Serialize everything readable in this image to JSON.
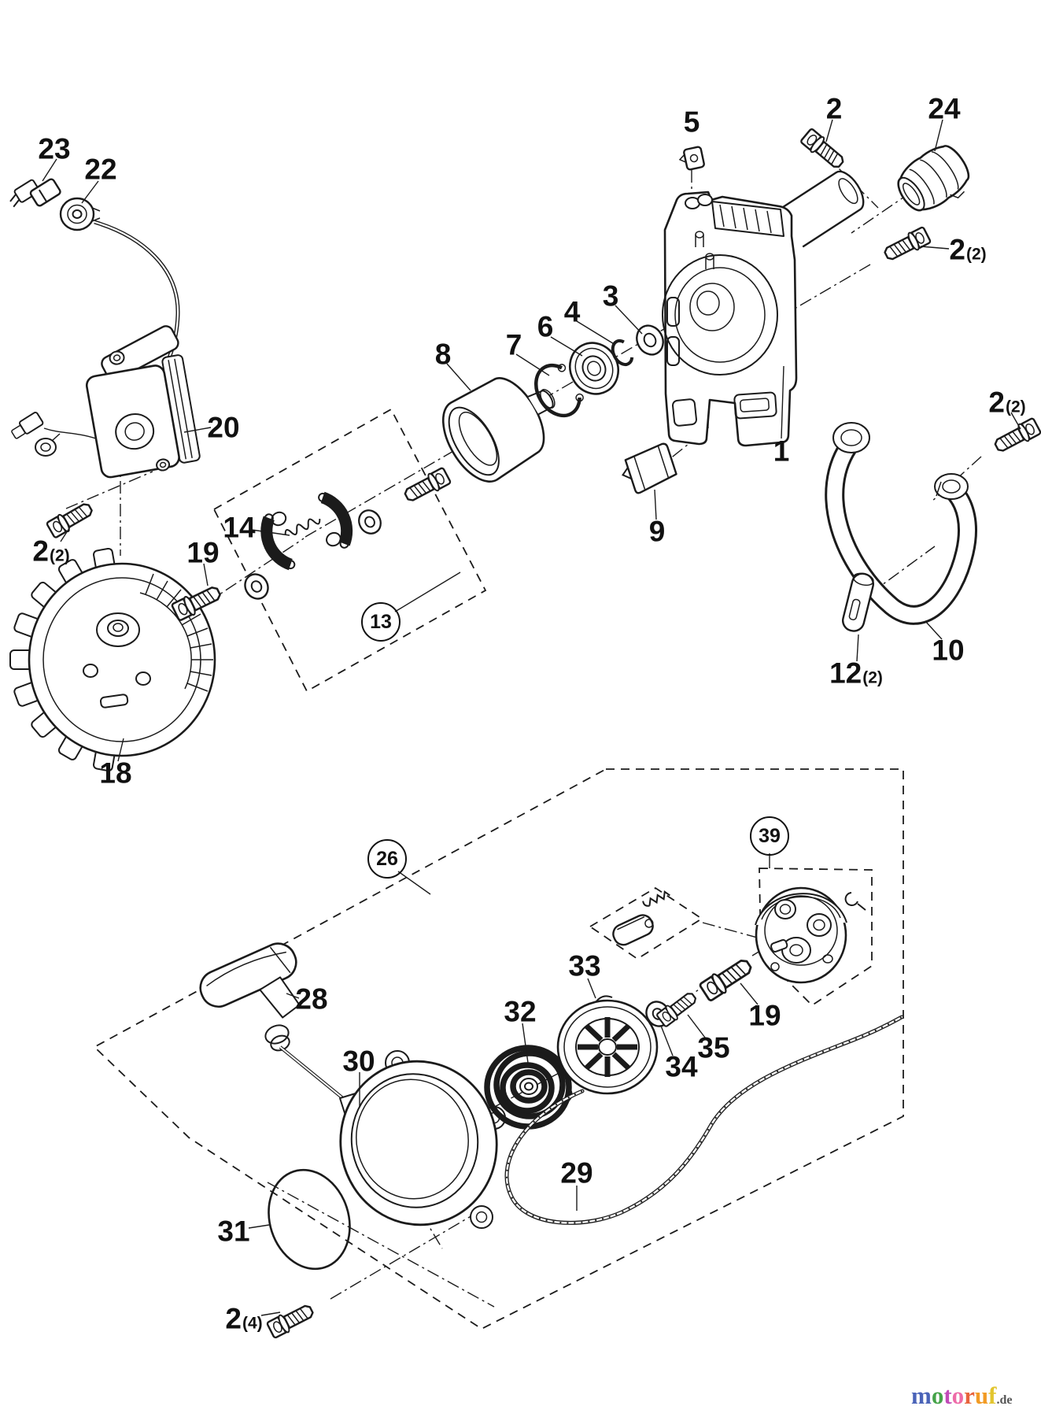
{
  "diagram": {
    "type": "exploded-parts-diagram",
    "description": "Chainsaw/trimmer crankcase, ignition, clutch and rewind starter exploded view"
  },
  "labels": [
    {
      "id": "part-23",
      "text": "23"
    },
    {
      "id": "part-22",
      "text": "22"
    },
    {
      "id": "part-5",
      "text": "5"
    },
    {
      "id": "part-2-top",
      "text": "2"
    },
    {
      "id": "part-24",
      "text": "24"
    },
    {
      "id": "part-2-upper-right",
      "text": "2",
      "qty": "(2)"
    },
    {
      "id": "part-3",
      "text": "3"
    },
    {
      "id": "part-4",
      "text": "4"
    },
    {
      "id": "part-6",
      "text": "6"
    },
    {
      "id": "part-7",
      "text": "7"
    },
    {
      "id": "part-8",
      "text": "8"
    },
    {
      "id": "part-20",
      "text": "20"
    },
    {
      "id": "part-1",
      "text": "1"
    },
    {
      "id": "part-2-mid-right",
      "text": "2",
      "qty": "(2)"
    },
    {
      "id": "part-9",
      "text": "9"
    },
    {
      "id": "part-2-left",
      "text": "2",
      "qty": "(2)"
    },
    {
      "id": "part-14",
      "text": "14"
    },
    {
      "id": "part-19-left",
      "text": "19"
    },
    {
      "id": "part-13",
      "text": "13",
      "circled": true
    },
    {
      "id": "part-10",
      "text": "10"
    },
    {
      "id": "part-12",
      "text": "12",
      "qty": "(2)"
    },
    {
      "id": "part-18",
      "text": "18"
    },
    {
      "id": "part-26",
      "text": "26",
      "circled": true
    },
    {
      "id": "part-39",
      "text": "39",
      "circled": true
    },
    {
      "id": "part-28",
      "text": "28"
    },
    {
      "id": "part-30",
      "text": "30"
    },
    {
      "id": "part-33",
      "text": "33"
    },
    {
      "id": "part-32",
      "text": "32"
    },
    {
      "id": "part-19-right",
      "text": "19"
    },
    {
      "id": "part-35",
      "text": "35"
    },
    {
      "id": "part-34",
      "text": "34"
    },
    {
      "id": "part-29",
      "text": "29"
    },
    {
      "id": "part-31",
      "text": "31"
    },
    {
      "id": "part-2-bottom",
      "text": "2",
      "qty": "(4)"
    }
  ],
  "watermark": {
    "letters": [
      {
        "ch": "m",
        "color": "#4a63b8"
      },
      {
        "ch": "o",
        "color": "#45a349"
      },
      {
        "ch": "t",
        "color": "#c14bb8"
      },
      {
        "ch": "o",
        "color": "#ee6ba8"
      },
      {
        "ch": "r",
        "color": "#e8633c"
      },
      {
        "ch": "u",
        "color": "#f29b25"
      },
      {
        "ch": "f",
        "color": "#e2c52e"
      }
    ],
    "tld": ".de"
  },
  "colors": {
    "line": "#1b1b1b",
    "background": "#ffffff"
  }
}
